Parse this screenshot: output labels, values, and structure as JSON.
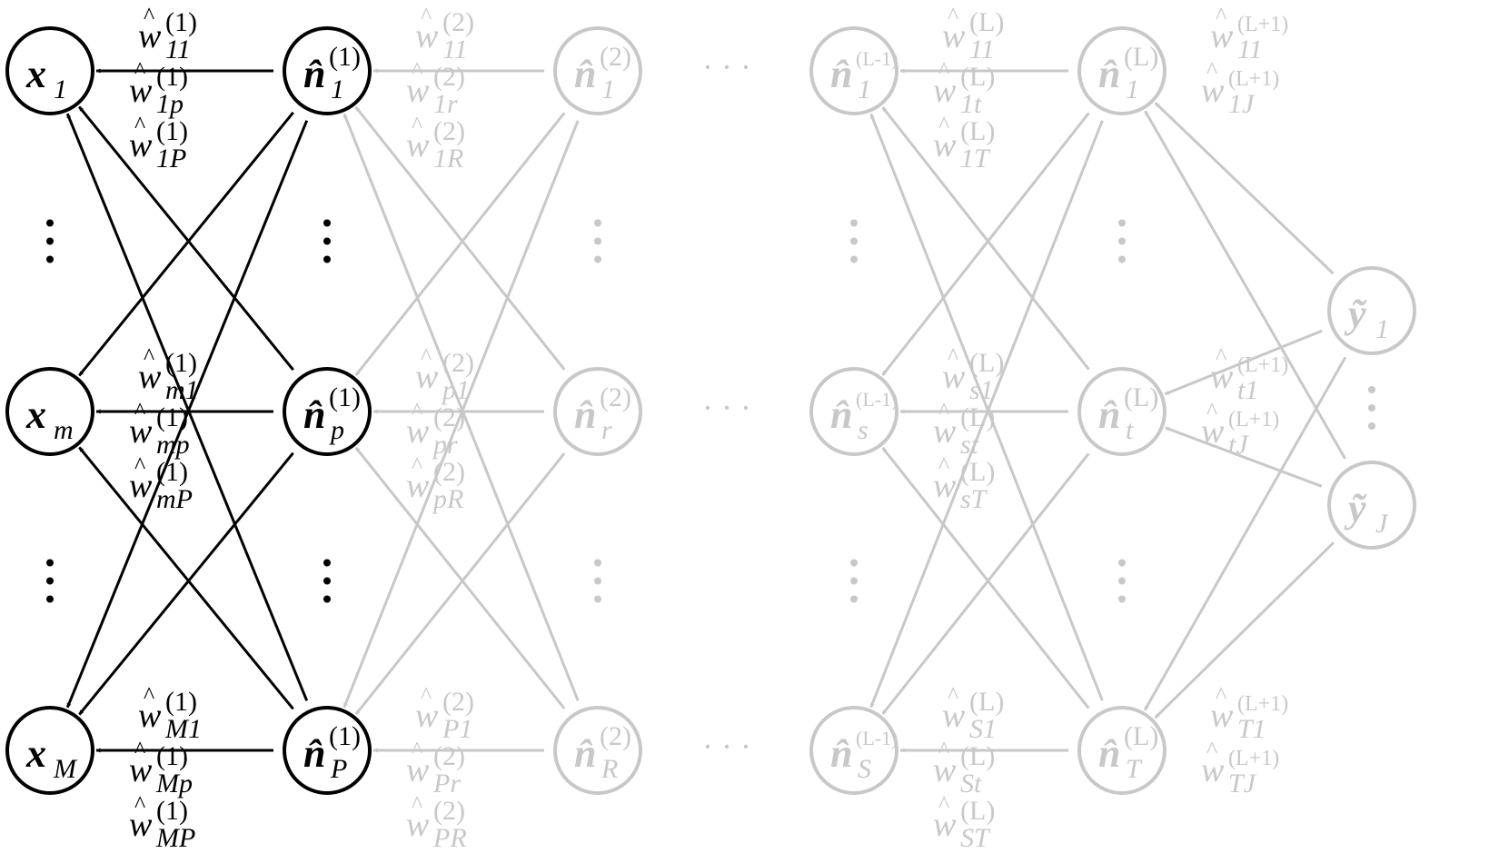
{
  "colors": {
    "active": "#000000",
    "faded": "#c8c8c8",
    "background": "#ffffff"
  },
  "layers": [
    {
      "id": "x",
      "faded": false,
      "nodes": [
        {
          "name": "x1",
          "base": "x",
          "sub": "1",
          "sup": ""
        },
        {
          "name": "xm",
          "base": "x",
          "sub": "m",
          "sup": ""
        },
        {
          "name": "xM",
          "base": "x",
          "sub": "M",
          "sup": ""
        }
      ]
    },
    {
      "id": "n1",
      "faded": false,
      "nodes": [
        {
          "name": "n1-1",
          "base": "n̂",
          "sub": "1",
          "sup": "(1)"
        },
        {
          "name": "n1-p",
          "base": "n̂",
          "sub": "p",
          "sup": "(1)"
        },
        {
          "name": "n1-P",
          "base": "n̂",
          "sub": "P",
          "sup": "(1)"
        }
      ]
    },
    {
      "id": "n2",
      "faded": true,
      "nodes": [
        {
          "name": "n2-1",
          "base": "n̂",
          "sub": "1",
          "sup": "(2)"
        },
        {
          "name": "n2-r",
          "base": "n̂",
          "sub": "r",
          "sup": "(2)"
        },
        {
          "name": "n2-R",
          "base": "n̂",
          "sub": "R",
          "sup": "(2)"
        }
      ]
    },
    {
      "id": "nL1",
      "faded": true,
      "nodes": [
        {
          "name": "nL1-1",
          "base": "n̂",
          "sub": "1",
          "sup": "(L-1)"
        },
        {
          "name": "nL1-s",
          "base": "n̂",
          "sub": "s",
          "sup": "(L-1)"
        },
        {
          "name": "nL1-S",
          "base": "n̂",
          "sub": "S",
          "sup": "(L-1)"
        }
      ]
    },
    {
      "id": "nL",
      "faded": true,
      "nodes": [
        {
          "name": "nL-1",
          "base": "n̂",
          "sub": "1",
          "sup": "(L)"
        },
        {
          "name": "nL-t",
          "base": "n̂",
          "sub": "t",
          "sup": "(L)"
        },
        {
          "name": "nL-T",
          "base": "n̂",
          "sub": "T",
          "sup": "(L)"
        }
      ]
    },
    {
      "id": "y",
      "faded": true,
      "nodes": [
        {
          "name": "y1",
          "base": "ỹ",
          "sub": "1",
          "sup": ""
        },
        {
          "name": "yJ",
          "base": "ỹ",
          "sub": "J",
          "sup": ""
        }
      ]
    }
  ],
  "ellipsis": "· · ·",
  "weights": [
    {
      "layer": 0,
      "sup": "(1)",
      "sub": "11"
    },
    {
      "layer": 0,
      "sup": "(1)",
      "sub": "1p"
    },
    {
      "layer": 0,
      "sup": "(1)",
      "sub": "1P"
    },
    {
      "layer": 0,
      "sup": "(1)",
      "sub": "m1"
    },
    {
      "layer": 0,
      "sup": "(1)",
      "sub": "mp"
    },
    {
      "layer": 0,
      "sup": "(1)",
      "sub": "mP"
    },
    {
      "layer": 0,
      "sup": "(1)",
      "sub": "M1"
    },
    {
      "layer": 0,
      "sup": "(1)",
      "sub": "Mp"
    },
    {
      "layer": 0,
      "sup": "(1)",
      "sub": "MP"
    },
    {
      "layer": 1,
      "sup": "(2)",
      "sub": "11"
    },
    {
      "layer": 1,
      "sup": "(2)",
      "sub": "1r"
    },
    {
      "layer": 1,
      "sup": "(2)",
      "sub": "1R"
    },
    {
      "layer": 1,
      "sup": "(2)",
      "sub": "p1"
    },
    {
      "layer": 1,
      "sup": "(2)",
      "sub": "pr"
    },
    {
      "layer": 1,
      "sup": "(2)",
      "sub": "pR"
    },
    {
      "layer": 1,
      "sup": "(2)",
      "sub": "P1"
    },
    {
      "layer": 1,
      "sup": "(2)",
      "sub": "Pr"
    },
    {
      "layer": 1,
      "sup": "(2)",
      "sub": "PR"
    },
    {
      "layer": 3,
      "sup": "(L)",
      "sub": "11"
    },
    {
      "layer": 3,
      "sup": "(L)",
      "sub": "1t"
    },
    {
      "layer": 3,
      "sup": "(L)",
      "sub": "1T"
    },
    {
      "layer": 3,
      "sup": "(L)",
      "sub": "s1"
    },
    {
      "layer": 3,
      "sup": "(L)",
      "sub": "st"
    },
    {
      "layer": 3,
      "sup": "(L)",
      "sub": "sT"
    },
    {
      "layer": 3,
      "sup": "(L)",
      "sub": "S1"
    },
    {
      "layer": 3,
      "sup": "(L)",
      "sub": "St"
    },
    {
      "layer": 3,
      "sup": "(L)",
      "sub": "ST"
    },
    {
      "layer": 4,
      "sup": "(L+1)",
      "sub": "11"
    },
    {
      "layer": 4,
      "sup": "(L+1)",
      "sub": "1J"
    },
    {
      "layer": 4,
      "sup": "(L+1)",
      "sub": "t1"
    },
    {
      "layer": 4,
      "sup": "(L+1)",
      "sub": "tJ"
    },
    {
      "layer": 4,
      "sup": "(L+1)",
      "sub": "T1"
    },
    {
      "layer": 4,
      "sup": "(L+1)",
      "sub": "TJ"
    }
  ]
}
